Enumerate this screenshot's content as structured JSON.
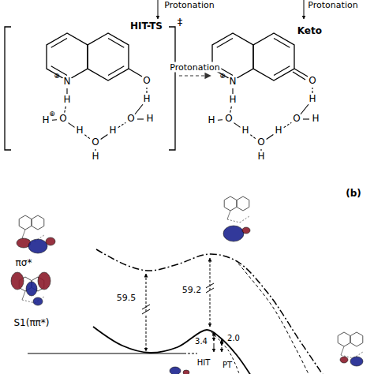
{
  "diagram": {
    "nodes": [
      {
        "text": [
          "HIT-TS"
        ]
      },
      {
        "text": [
          "Keto"
        ]
      }
    ],
    "edges": [
      {
        "from": 0,
        "to": 1,
        "label": "Protonation",
        "arrow": "to"
      }
    ],
    "labels": [
      "Protonation",
      "Protonation",
      "‡",
      "N",
      "⊕",
      "H",
      "O",
      "⊕",
      "H",
      "H",
      "O",
      "H",
      "H",
      "O",
      "H",
      "H",
      "O",
      "N",
      "⊕",
      "H",
      "O",
      "H",
      "H",
      "O",
      "H",
      "H",
      "O",
      "H",
      "H",
      "O",
      "(b)",
      "πσ*",
      "S1(ππ*)",
      "59.5",
      "59.2",
      "3.4",
      "2.0",
      "HIT",
      "PT"
    ]
  }
}
